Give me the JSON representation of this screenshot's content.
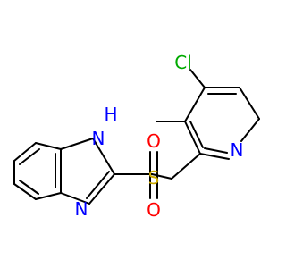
{
  "molecule": {
    "atoms": [
      {
        "key": "cl",
        "text": "Cl",
        "color": "#00aa00"
      },
      {
        "key": "n_pyridine",
        "text": "N",
        "color": "#0000ff"
      },
      {
        "key": "nh_imidazole",
        "text": "H",
        "color": "#0000ff"
      },
      {
        "key": "nh_n",
        "text": "N",
        "color": "#0000ff"
      },
      {
        "key": "n_imidazole",
        "text": "N",
        "color": "#0000ff"
      },
      {
        "key": "s_sulfonyl",
        "text": "S",
        "color": "#ccaa00"
      },
      {
        "key": "o_top",
        "text": "O",
        "color": "#ff0000"
      },
      {
        "key": "o_bottom",
        "text": "O",
        "color": "#ff0000"
      }
    ]
  }
}
